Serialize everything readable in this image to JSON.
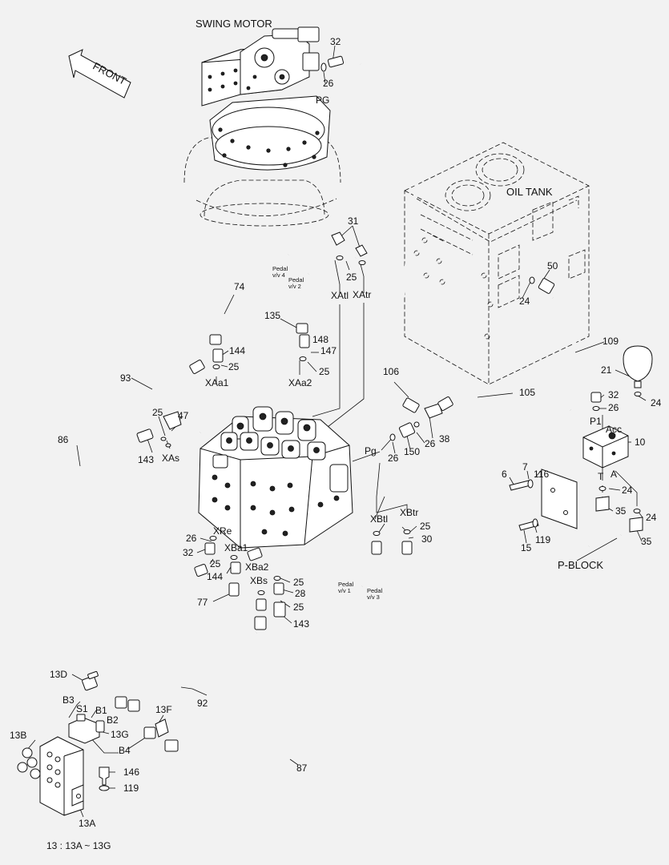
{
  "diagram": {
    "nodes": {
      "swing_motor": "SWING MOTOR",
      "oil_tank": "OIL TANK",
      "front": "FRONT",
      "p_block": "P-BLOCK",
      "pedal_vv4": "Pedal\nv/v 4",
      "pedal_vv2": "Pedal\nv/v 2",
      "pedal_vv1": "Pedal\nv/v 1",
      "pedal_vv3": "Pedal\nv/v 3",
      "footnote": "13 : 13A ~ 13G"
    },
    "port_labels": {
      "pg_top": "PG",
      "xatl": "XAtl",
      "xatr": "XAtr",
      "xaa1": "XAa1",
      "xaa2": "XAa2",
      "xas": "XAs",
      "pg": "Pg",
      "xre": "XRe",
      "xba1": "XBa1",
      "xba2": "XBa2",
      "xbtl": "XBtl",
      "xbtr": "XBtr",
      "xbs": "XBs",
      "p1": "P1",
      "acc": "Acc",
      "t": "T",
      "a": "A",
      "s1": "S1",
      "b1": "B1",
      "b2": "B2",
      "b3": "B3",
      "b4": "B4"
    },
    "callouts": [
      {
        "id": "c32a",
        "text": "32"
      },
      {
        "id": "c26a",
        "text": "26"
      },
      {
        "id": "c31",
        "text": "31"
      },
      {
        "id": "c25a",
        "text": "25"
      },
      {
        "id": "c74",
        "text": "74"
      },
      {
        "id": "c135",
        "text": "135"
      },
      {
        "id": "c148",
        "text": "148"
      },
      {
        "id": "c147",
        "text": "147"
      },
      {
        "id": "c144a",
        "text": "144"
      },
      {
        "id": "c25b",
        "text": "25"
      },
      {
        "id": "c25c",
        "text": "25"
      },
      {
        "id": "c93",
        "text": "93"
      },
      {
        "id": "c25d",
        "text": "25"
      },
      {
        "id": "c47",
        "text": "47"
      },
      {
        "id": "c143a",
        "text": "143"
      },
      {
        "id": "c86",
        "text": "86"
      },
      {
        "id": "c106",
        "text": "106"
      },
      {
        "id": "c105",
        "text": "105"
      },
      {
        "id": "c26b",
        "text": "26"
      },
      {
        "id": "c38",
        "text": "38"
      },
      {
        "id": "c26c",
        "text": "26"
      },
      {
        "id": "c150",
        "text": "150"
      },
      {
        "id": "c50",
        "text": "50"
      },
      {
        "id": "c24a",
        "text": "24"
      },
      {
        "id": "c109",
        "text": "109"
      },
      {
        "id": "c21",
        "text": "21"
      },
      {
        "id": "c24b",
        "text": "24"
      },
      {
        "id": "c32b",
        "text": "32"
      },
      {
        "id": "c26d",
        "text": "26"
      },
      {
        "id": "c10",
        "text": "10"
      },
      {
        "id": "c116",
        "text": "116"
      },
      {
        "id": "c7",
        "text": "7"
      },
      {
        "id": "c6",
        "text": "6"
      },
      {
        "id": "c24c",
        "text": "24"
      },
      {
        "id": "c35a",
        "text": "35"
      },
      {
        "id": "c24d",
        "text": "24"
      },
      {
        "id": "c119a",
        "text": "119"
      },
      {
        "id": "c15",
        "text": "15"
      },
      {
        "id": "c35b",
        "text": "35"
      },
      {
        "id": "c26e",
        "text": "26"
      },
      {
        "id": "c32c",
        "text": "32"
      },
      {
        "id": "c25e",
        "text": "25"
      },
      {
        "id": "c144b",
        "text": "144"
      },
      {
        "id": "c77",
        "text": "77"
      },
      {
        "id": "c25f",
        "text": "25"
      },
      {
        "id": "c30",
        "text": "30"
      },
      {
        "id": "c25g",
        "text": "25"
      },
      {
        "id": "c28",
        "text": "28"
      },
      {
        "id": "c25h",
        "text": "25"
      },
      {
        "id": "c143b",
        "text": "143"
      },
      {
        "id": "c92",
        "text": "92"
      },
      {
        "id": "c13d",
        "text": "13D"
      },
      {
        "id": "c13f",
        "text": "13F"
      },
      {
        "id": "c13g",
        "text": "13G"
      },
      {
        "id": "c13b",
        "text": "13B"
      },
      {
        "id": "c146",
        "text": "146"
      },
      {
        "id": "c119b",
        "text": "119"
      },
      {
        "id": "c13a",
        "text": "13A"
      },
      {
        "id": "c87",
        "text": "87"
      }
    ]
  }
}
